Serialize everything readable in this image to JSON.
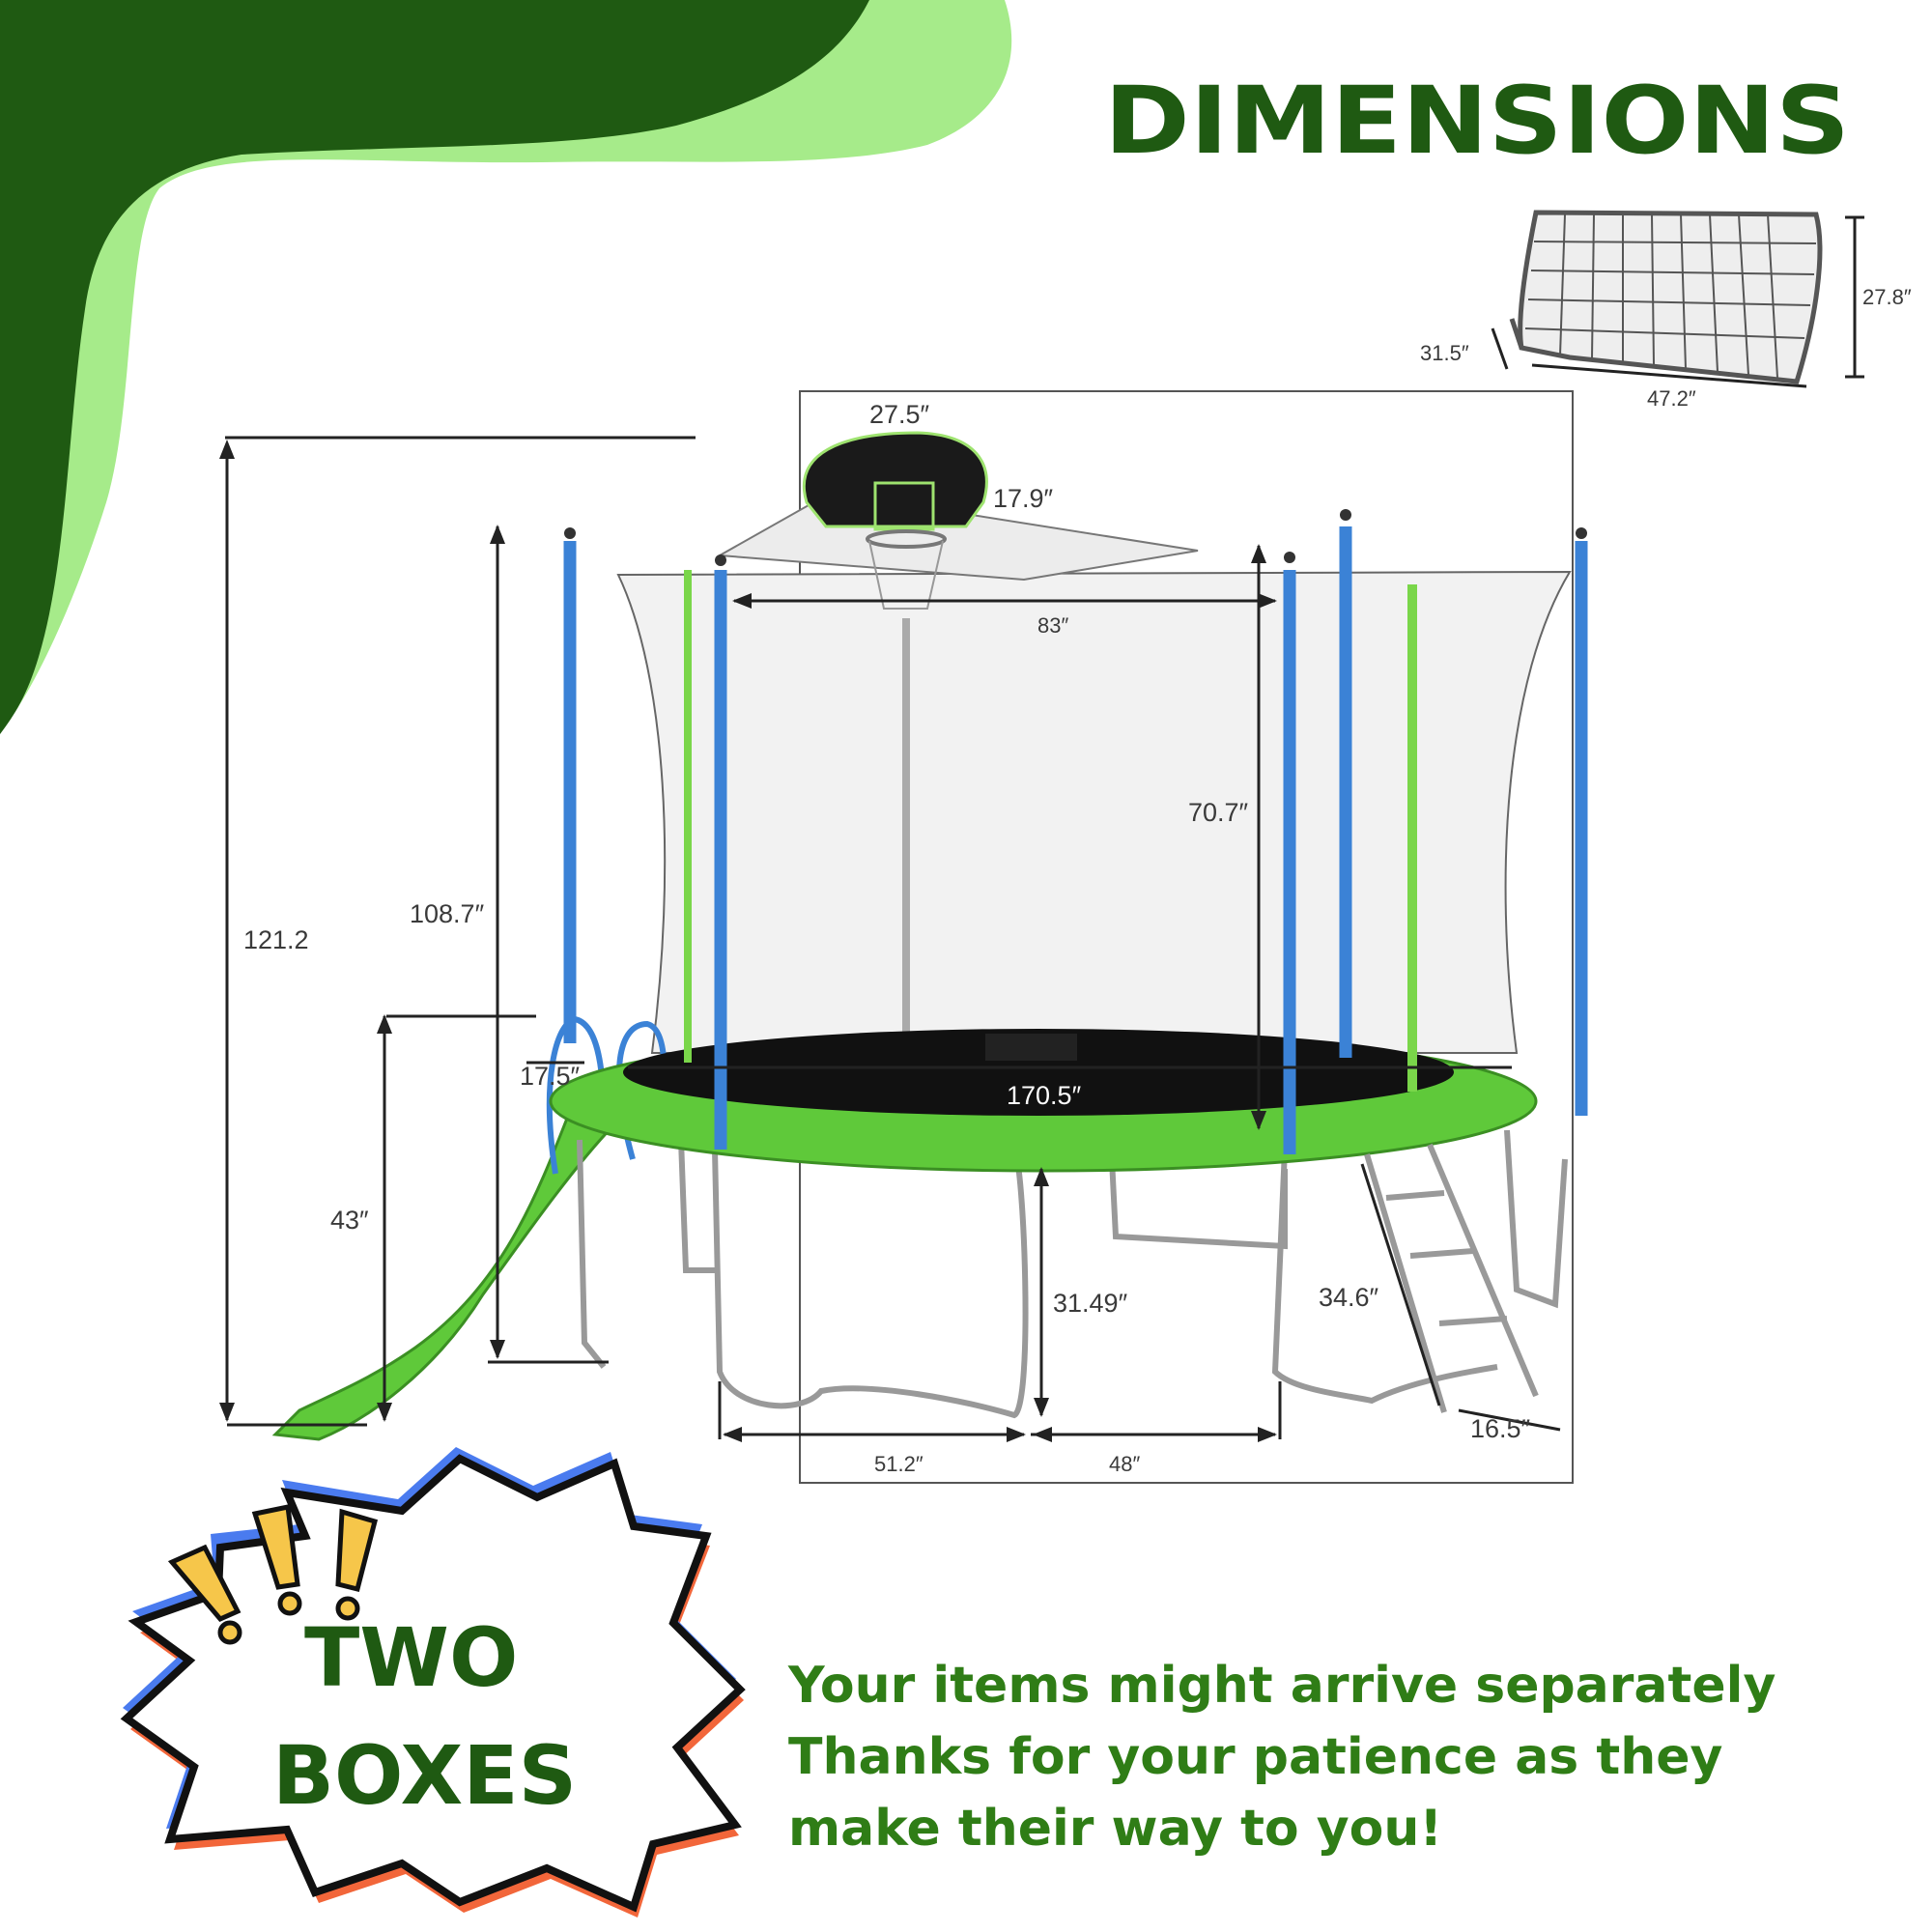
{
  "title": "DIMENSIONS",
  "badge": {
    "line1": "TWO",
    "line2": "BOXES"
  },
  "notice": {
    "line1": "Your items might arrive separately",
    "line2": "Thanks for your patience as they",
    "line3": "make their way to you!"
  },
  "goal_dimensions": {
    "height": "27.8″",
    "depth": "31.5″",
    "width": "47.2″"
  },
  "trampoline_dimensions": {
    "total_height": "121.2",
    "net_height": "108.7″",
    "slide_height": "43″",
    "slide_width": "17.5″",
    "hoop_width": "27.5″",
    "hoop_height": "17.9″",
    "enclosure_top": "83″",
    "enclosure_height": "70.7″",
    "mat_diameter": "170.5″",
    "leg_height": "31.49″",
    "ladder_height": "34.6″",
    "ladder_width": "16.5″",
    "base_left": "51.2″",
    "base_right": "48″"
  },
  "colors": {
    "dark_green": "#1f5a12",
    "light_green": "#a6eb8a",
    "trampoline_green": "#5fc93a",
    "pole_blue": "#3b82d6",
    "notice_green": "#2f7d16",
    "badge_blue": "#4a7bef",
    "badge_orange": "#f2663a"
  }
}
